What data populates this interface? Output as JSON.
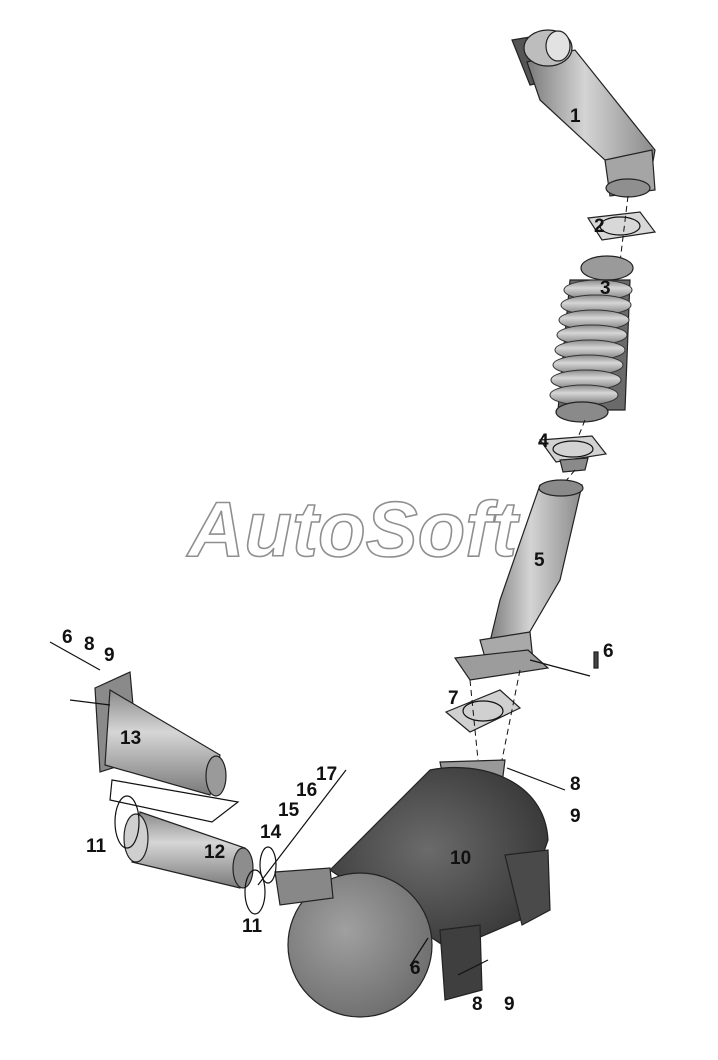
{
  "watermark": "AutoSoft",
  "callouts": {
    "c1": "1",
    "c2": "2",
    "c3": "3",
    "c4": "4",
    "c5": "5",
    "c6a": "6",
    "c6b": "6",
    "c6c": "6",
    "c7": "7",
    "c8a": "8",
    "c8b": "8",
    "c8c": "8",
    "c9a": "9",
    "c9b": "9",
    "c9c": "9",
    "c10": "10",
    "c11a": "11",
    "c11b": "11",
    "c12": "12",
    "c13": "13",
    "c14": "14",
    "c15": "15",
    "c16": "16",
    "c17": "17"
  },
  "colors": {
    "pipe_light": "#c9c9c9",
    "pipe_mid": "#9d9d9d",
    "pipe_dark": "#6f6f6f",
    "body_dark": "#5a5a5a",
    "flange": "#b8b8b8"
  }
}
